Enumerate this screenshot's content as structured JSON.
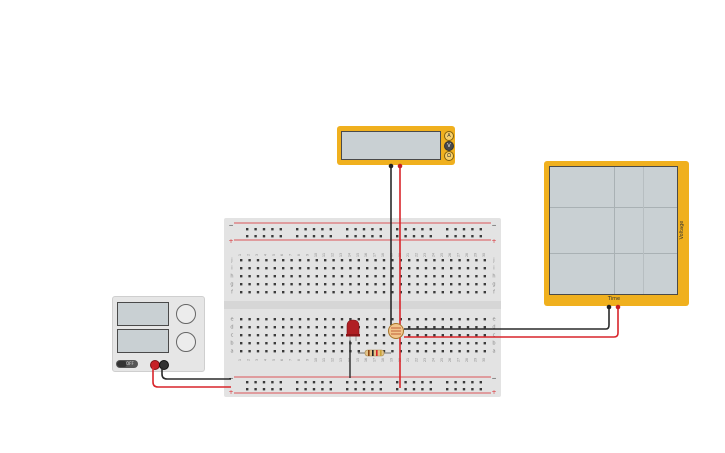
{
  "oscilloscope": {
    "x_axis_label": "Time",
    "y_axis_label": "Voltage"
  },
  "multimeter": {
    "mode_labels": [
      "A",
      "V",
      "Ω"
    ]
  },
  "power_supply": {
    "switch_label": "OFF"
  },
  "breadboard": {
    "row_letters_top": [
      "j",
      "i",
      "h",
      "g",
      "f"
    ],
    "row_letters_bottom": [
      "e",
      "d",
      "c",
      "b",
      "a"
    ],
    "column_numbers": [
      "1",
      "2",
      "3",
      "4",
      "5",
      "6",
      "7",
      "8",
      "9",
      "10",
      "11",
      "12",
      "13",
      "14",
      "15",
      "16",
      "17",
      "18",
      "19",
      "20",
      "21",
      "22",
      "23",
      "24",
      "25",
      "26",
      "27",
      "28",
      "29",
      "30"
    ],
    "rail_plus": "+",
    "rail_minus": "−"
  },
  "colors": {
    "device_yellow": "#f0b01e",
    "screen_gray": "#c9d0d3",
    "wire_red": "#d9252b",
    "wire_black": "#2a2a2a",
    "breadboard": "#e3e3e3",
    "led_red": "#b01e23",
    "rail_red": "#d9252b"
  },
  "icons": [
    "led-component",
    "resistor-component",
    "photoresistor-component",
    "probe-terminal-icon"
  ]
}
